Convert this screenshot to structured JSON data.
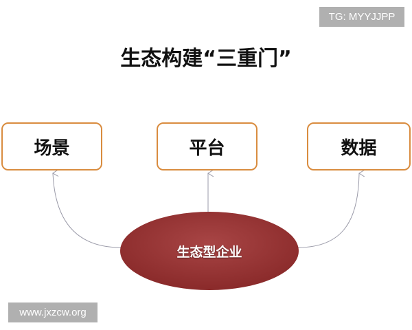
{
  "title": "生态构建“三重门”",
  "boxes": [
    "场景",
    "平台",
    "数据"
  ],
  "center": "生态型企业",
  "watermarks": {
    "top_right": "TG: MYYJJPP",
    "bottom_left": "www.jxzcw.org"
  },
  "colors": {
    "box_border": "#d98c3f",
    "ellipse": "#9e3a3a",
    "arrow": "#9a9aa8"
  }
}
